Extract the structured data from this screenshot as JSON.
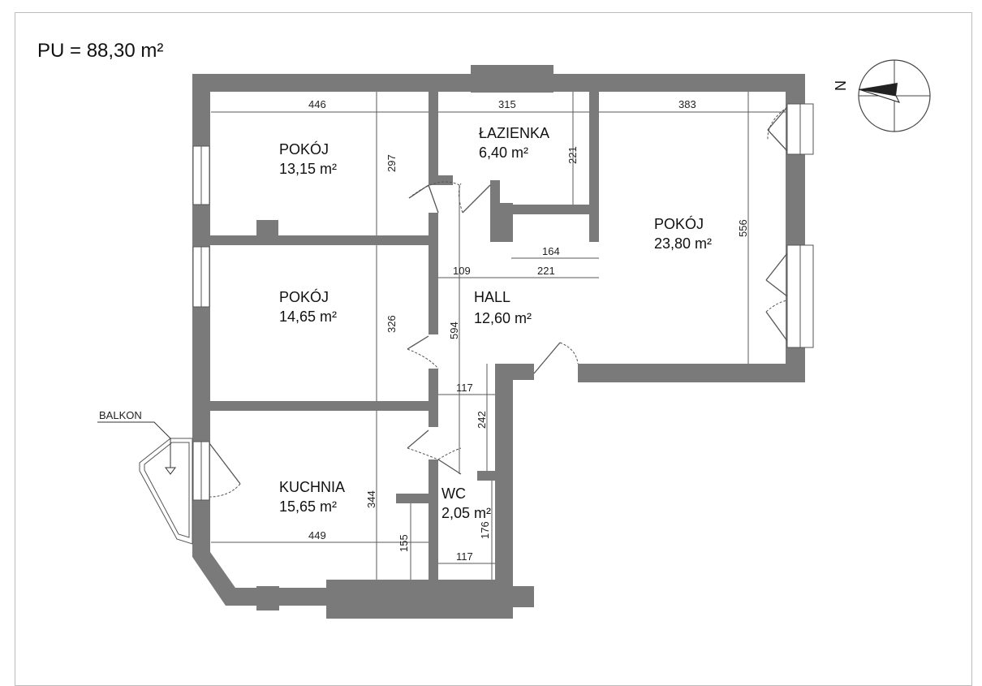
{
  "title": "PU = 88,30 m²",
  "compass": {
    "label": "N"
  },
  "balcony_label": "BALKON",
  "rooms": [
    {
      "id": "pokoj1",
      "name": "POKÓJ",
      "area": "13,15 m²"
    },
    {
      "id": "lazienka",
      "name": "ŁAZIENKA",
      "area": "6,40 m²"
    },
    {
      "id": "pokoj3",
      "name": "POKÓJ",
      "area": "23,80 m²"
    },
    {
      "id": "pokoj2",
      "name": "POKÓJ",
      "area": "14,65 m²"
    },
    {
      "id": "hall",
      "name": "HALL",
      "area": "12,60 m²"
    },
    {
      "id": "kuchnia",
      "name": "KUCHNIA",
      "area": "15,65 m²"
    },
    {
      "id": "wc",
      "name": "WC",
      "area": "2,05 m²"
    }
  ],
  "dimensions": {
    "pokoj1_width": "446",
    "lazienka_width": "315",
    "pokoj3_width": "383",
    "pokoj1_depth": "297",
    "lazienka_depth": "221",
    "pokoj3_depth": "556",
    "closet_width": "164",
    "hall_left": "109",
    "hall_right": "221",
    "pokoj2_depth": "326",
    "hall_depth": "594",
    "corridor_width": "117",
    "corridor_depth": "242",
    "kuchnia_depth": "344",
    "kuchnia_width": "449",
    "kuchnia_niche": "155",
    "wc_depth": "176",
    "wc_width": "117"
  },
  "colors": {
    "wall": "#7a7a7a",
    "frame": "#bdbdbd"
  }
}
